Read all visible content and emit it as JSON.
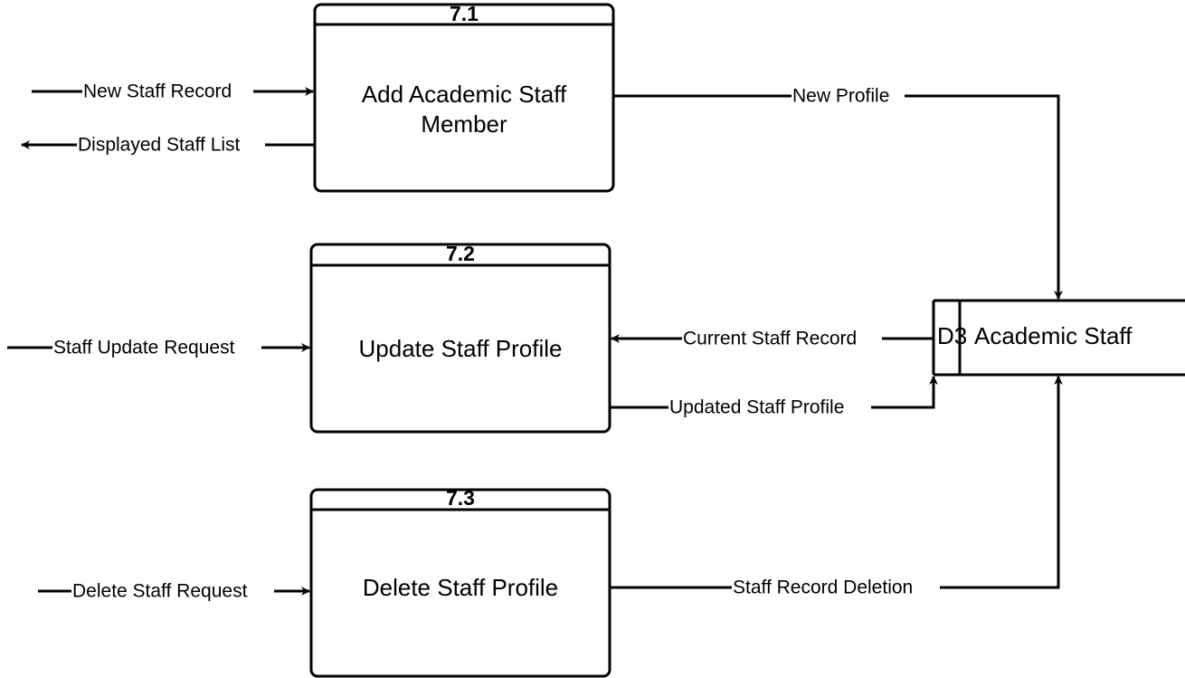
{
  "processes": [
    {
      "number": "7.1",
      "name_line1": "Add Academic Staff",
      "name_line2": "Member"
    },
    {
      "number": "7.2",
      "name": "Update Staff Profile"
    },
    {
      "number": "7.3",
      "name": "Delete Staff Profile"
    }
  ],
  "data_store": {
    "id": "D3",
    "name": "Academic Staff"
  },
  "flows": {
    "new_staff_record": "New Staff Record",
    "displayed_staff_list": "Displayed Staff List",
    "new_profile": "New Profile",
    "staff_update_request": "Staff Update Request",
    "current_staff_record": "Current Staff Record",
    "updated_staff_profile": "Updated Staff Profile",
    "delete_staff_request": "Delete Staff Request",
    "staff_record_deletion": "Staff Record Deletion"
  }
}
